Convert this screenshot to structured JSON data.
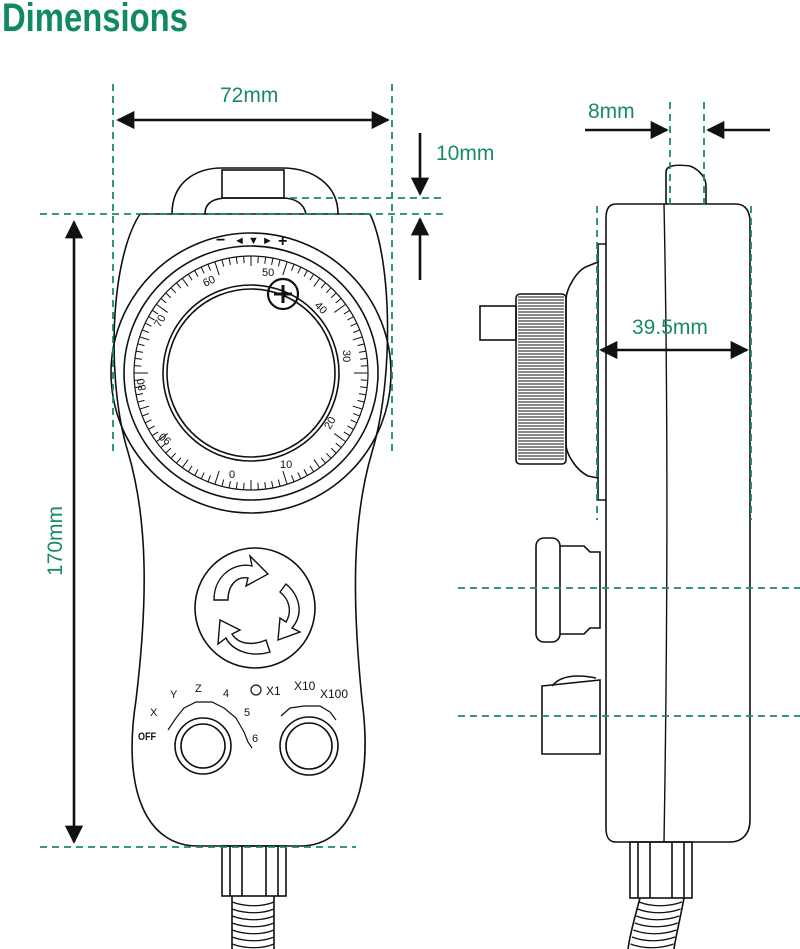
{
  "title": "Dimensions",
  "dimensions": {
    "width": "72mm",
    "top_tab": "10mm",
    "height": "170mm",
    "side_thickness": "8mm",
    "depth": "39.5mm"
  },
  "dial": {
    "direction": [
      "−",
      "◄",
      "▼",
      "►",
      "+"
    ],
    "scale": [
      "0",
      "10",
      "20",
      "30",
      "40",
      "50",
      "60",
      "70",
      "80",
      "90"
    ]
  },
  "axis_selector": {
    "options": [
      "OFF",
      "X",
      "Y",
      "Z",
      "4",
      "5",
      "6"
    ]
  },
  "step_selector": {
    "options": [
      "X1",
      "X10",
      "X100"
    ]
  },
  "colors": {
    "accent": "#0f8a63",
    "dimension_text": "#1a8a66",
    "line": "#111111"
  }
}
